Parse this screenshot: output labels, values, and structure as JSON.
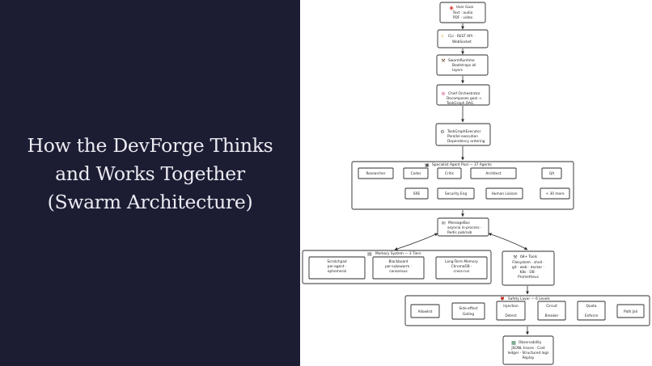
{
  "slide": {
    "title_lines": [
      "How the DevForge Thinks",
      "and Works Together",
      "(Swarm Architecture)"
    ]
  },
  "colors": {
    "panel_background": "#1c1d33",
    "title_text": "#ecebf3",
    "diagram_background": "#ffffff",
    "stroke": "#2b2b2b"
  },
  "diagram": {
    "user_goal": {
      "icon": "target-icon",
      "lines": [
        "User Goal",
        "Text · audio",
        "PDF · video"
      ]
    },
    "interface": {
      "icon": "lightning-icon",
      "lines": [
        "CLI · REST API ·",
        "WebSocket"
      ]
    },
    "runtime": {
      "icon": "hammer-icon",
      "lines": [
        "SwarmRuntime",
        "Bootstraps all",
        "layers"
      ]
    },
    "orchestrator": {
      "icon": "brain-icon",
      "lines": [
        "Chief Orchestrator",
        "Decomposes goal →",
        "TaskGraph DAG"
      ]
    },
    "executor": {
      "icon": "gear-icon",
      "lines": [
        "TaskGraphExecutor",
        "Parallel execution",
        "Dependency ordering"
      ]
    },
    "agent_pool": {
      "icon": "robot-icon",
      "title": "Specialist Agent Pool — 37 Agents",
      "row1": [
        "Researcher",
        "Coder",
        "Critic",
        "Architect",
        "QA"
      ],
      "row2": [
        "SRE",
        "Security Eng",
        "Human Liaison",
        "+ 30 more"
      ]
    },
    "messagebus": {
      "icon": "mailbox-icon",
      "lines": [
        "MessageBus",
        "asyncio in-process ·",
        "Redis pub/sub"
      ]
    },
    "memory": {
      "icon": "memory-icon",
      "title": "Memory System — 3 Tiers",
      "tiers": [
        [
          "Scratchpad",
          "per-agent ·",
          "ephemeral"
        ],
        [
          "Blackboard",
          "per-subswarm ·",
          "consensus"
        ],
        [
          "Long-Term Memory",
          "ChromaDB ·",
          "cross-run"
        ]
      ]
    },
    "tools": {
      "icon": "wrench-icon",
      "lines": [
        "68+ Tools",
        "Filesystem · shell ·",
        "git · web · docker ·",
        "K8s · DB ·",
        "Prometheus"
      ]
    },
    "safety": {
      "icon": "shield-icon",
      "title": "Safety Layer — 6 Levels",
      "levels": [
        [
          "Allowlist"
        ],
        [
          "Side-effect",
          "Gating"
        ],
        [
          "Injection",
          "",
          "Detect"
        ],
        [
          "Circuit",
          "",
          "Breaker"
        ],
        [
          "Quota",
          "",
          "Enforce"
        ],
        [
          "Path Jail"
        ]
      ]
    },
    "observability": {
      "icon": "chart-icon",
      "lines": [
        "Observability",
        "JSONL traces · Cost",
        "ledger · Structured logs",
        "Replay"
      ]
    }
  }
}
